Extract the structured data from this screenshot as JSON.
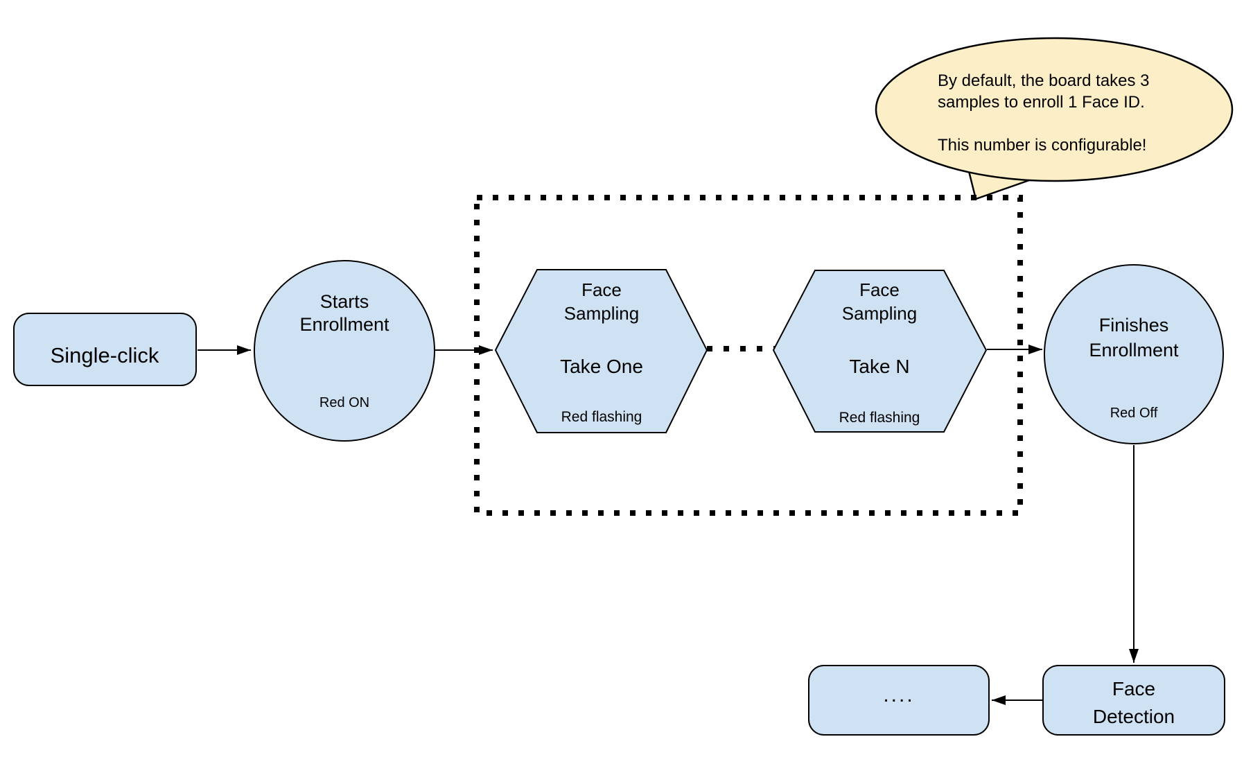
{
  "colors": {
    "shape_fill": "#CFE2F3",
    "bubble_fill": "#FCEEC6",
    "line": "#000000"
  },
  "callout": {
    "line1": "By default, the board takes 3",
    "line2": "samples to enroll 1 Face ID.",
    "line3": "This number is configurable!"
  },
  "nodes": {
    "single_click": {
      "label": "Single-click"
    },
    "starts_enrollment": {
      "line1": "Starts",
      "line2": "Enrollment",
      "status": "Red ON"
    },
    "face_sampling_1": {
      "line1": "Face",
      "line2": "Sampling",
      "take": "Take One",
      "status": "Red flashing"
    },
    "face_sampling_n": {
      "line1": "Face",
      "line2": "Sampling",
      "take": "Take N",
      "status": "Red flashing"
    },
    "finishes_enrollment": {
      "line1": "Finishes",
      "line2": "Enrollment",
      "status": "Red Off"
    },
    "ellipsis": {
      "label": "...."
    },
    "face_detection": {
      "line1": "Face",
      "line2": "Detection"
    }
  }
}
